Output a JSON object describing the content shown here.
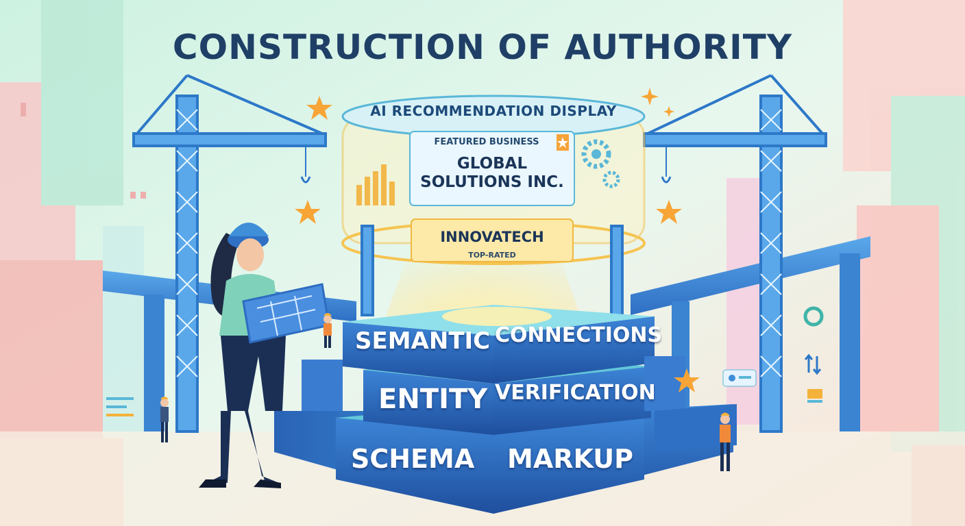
{
  "title": "CONSTRUCTION OF AUTHORITY",
  "display": {
    "banner": "AI RECOMMENDATION DISPLAY",
    "featured_label": "FEATURED BUSINESS",
    "company_line1": "GLOBAL",
    "company_line2": "SOLUTIONS INC.",
    "secondary_name": "INNOVATECH",
    "secondary_tag": "TOP-RATED"
  },
  "blocks": {
    "top_left": "SEMANTIC",
    "top_right": "CONNECTIONS",
    "mid_left": "ENTITY",
    "mid_right": "VERIFICATION",
    "bottom_left": "SCHEMA",
    "bottom_right": "MARKUP"
  },
  "colors": {
    "title": "#1f3f66",
    "crane_blue": "#3f8fd8",
    "block_front": "#2f6fc4",
    "block_top": "#62c7d9",
    "glow": "#ffd36b",
    "star": "#f7a536"
  },
  "icons": [
    "crane-icon",
    "star-icon",
    "gear-icon",
    "hard-hat-icon",
    "blueprint-icon"
  ]
}
